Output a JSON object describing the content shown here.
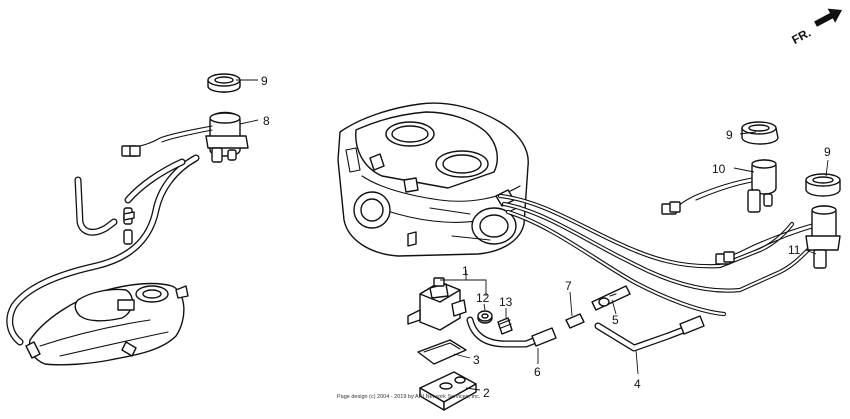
{
  "diagram": {
    "direction_label": "FR.",
    "copyright": "Page design (c) 2004 - 2019 by ARI Network Services, Inc.",
    "callouts": [
      {
        "id": "c1",
        "label": "1"
      },
      {
        "id": "c2",
        "label": "2"
      },
      {
        "id": "c3",
        "label": "3"
      },
      {
        "id": "c4",
        "label": "4"
      },
      {
        "id": "c5",
        "label": "5"
      },
      {
        "id": "c6",
        "label": "6"
      },
      {
        "id": "c7",
        "label": "7"
      },
      {
        "id": "c8",
        "label": "8"
      },
      {
        "id": "c9a",
        "label": "9"
      },
      {
        "id": "c9b",
        "label": "9"
      },
      {
        "id": "c9c",
        "label": "9"
      },
      {
        "id": "c10",
        "label": "10"
      },
      {
        "id": "c11",
        "label": "11"
      },
      {
        "id": "c12",
        "label": "12"
      },
      {
        "id": "c13",
        "label": "13"
      }
    ]
  }
}
